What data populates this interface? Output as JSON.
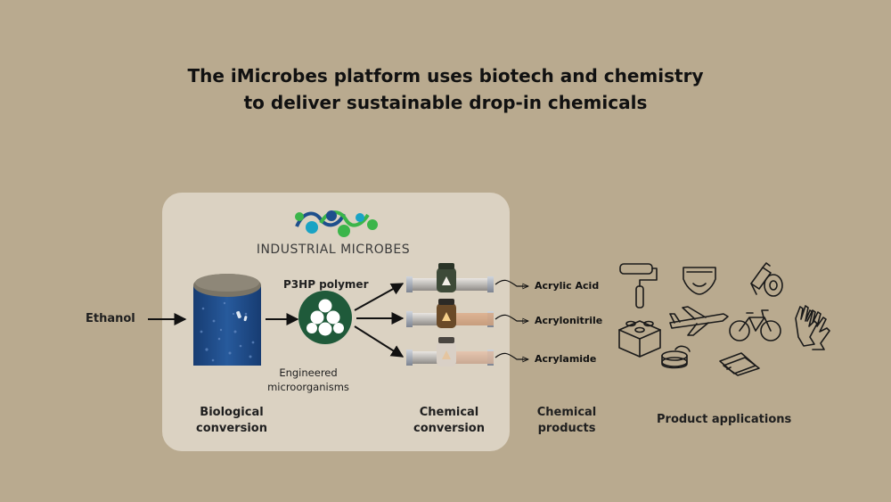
{
  "title": {
    "line1": "The iMicrobes platform uses biotech and chemistry",
    "line2": "to deliver sustainable drop-in chemicals"
  },
  "logo": {
    "text": "INDUSTRIAL MICROBES",
    "colors": [
      "#1aa3c4",
      "#3bb54a",
      "#1e4f8c"
    ]
  },
  "input": {
    "label": "Ethanol"
  },
  "fermenter": {
    "icon": "fermenter-tank-icon",
    "color": "#1f4a86"
  },
  "polymer": {
    "label": "P3HP polymer",
    "icon": "polymer-granules-icon",
    "color": "#1f5a3a"
  },
  "organisms": {
    "line1": "Engineered",
    "line2": "microorganisms"
  },
  "stages": {
    "biological": {
      "line1": "Biological",
      "line2": "conversion"
    },
    "chemical": {
      "line1": "Chemical",
      "line2": "conversion"
    },
    "products": {
      "line1": "Chemical",
      "line2": "products"
    },
    "applications": {
      "label": "Product applications"
    }
  },
  "reactors": [
    {
      "icon": "reactor-tube-icon",
      "color": "#3d4a38"
    },
    {
      "icon": "reactor-tube-icon",
      "color": "#6a4a28"
    },
    {
      "icon": "reactor-tube-icon",
      "color": "#d9d0c6"
    }
  ],
  "products": [
    {
      "name": "Acrylic Acid",
      "icon": "flask-icon"
    },
    {
      "name": "Acrylonitrile",
      "icon": "flask-icon"
    },
    {
      "name": "Acrylamide",
      "icon": "flask-icon"
    }
  ],
  "applications": [
    {
      "icon": "paint-roller-icon"
    },
    {
      "icon": "diaper-icon"
    },
    {
      "icon": "adhesive-tape-icon"
    },
    {
      "icon": "toy-brick-icon"
    },
    {
      "icon": "airplane-icon"
    },
    {
      "icon": "bicycle-icon"
    },
    {
      "icon": "gloves-icon"
    },
    {
      "icon": "cream-jar-icon"
    },
    {
      "icon": "paper-sheets-icon"
    }
  ]
}
